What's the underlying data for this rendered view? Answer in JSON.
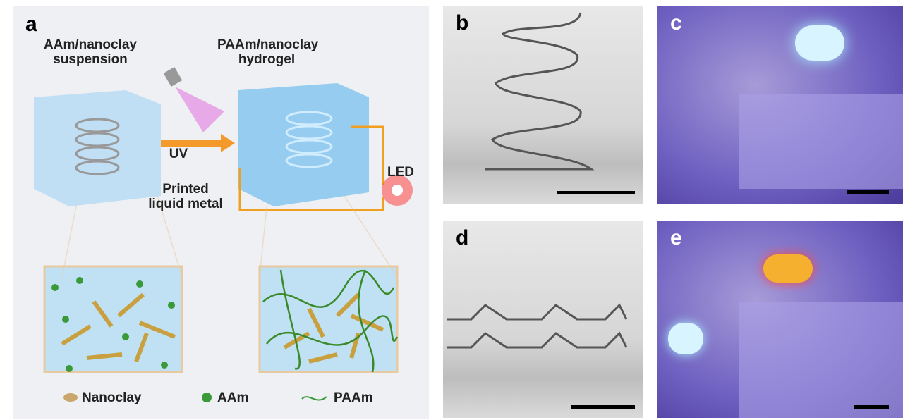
{
  "panels": {
    "a": "a",
    "b": "b",
    "c": "c",
    "d": "d",
    "e": "e"
  },
  "panel_a": {
    "left_title": "AAm/nanoclay suspension",
    "right_title": "PAAm/nanoclay hydrogel",
    "uv": "UV",
    "led": "LED",
    "printed": "Printed liquid metal",
    "legend": [
      {
        "label": "Nanoclay",
        "color": "#c9a66b"
      },
      {
        "label": "AAm",
        "color": "#3a9a3a"
      },
      {
        "label": "PAAm",
        "color": "#3a9a3a"
      }
    ]
  },
  "colors": {
    "cube": "#a9d4f0",
    "wire": "#f0a020",
    "bg": "#eef0f3"
  }
}
